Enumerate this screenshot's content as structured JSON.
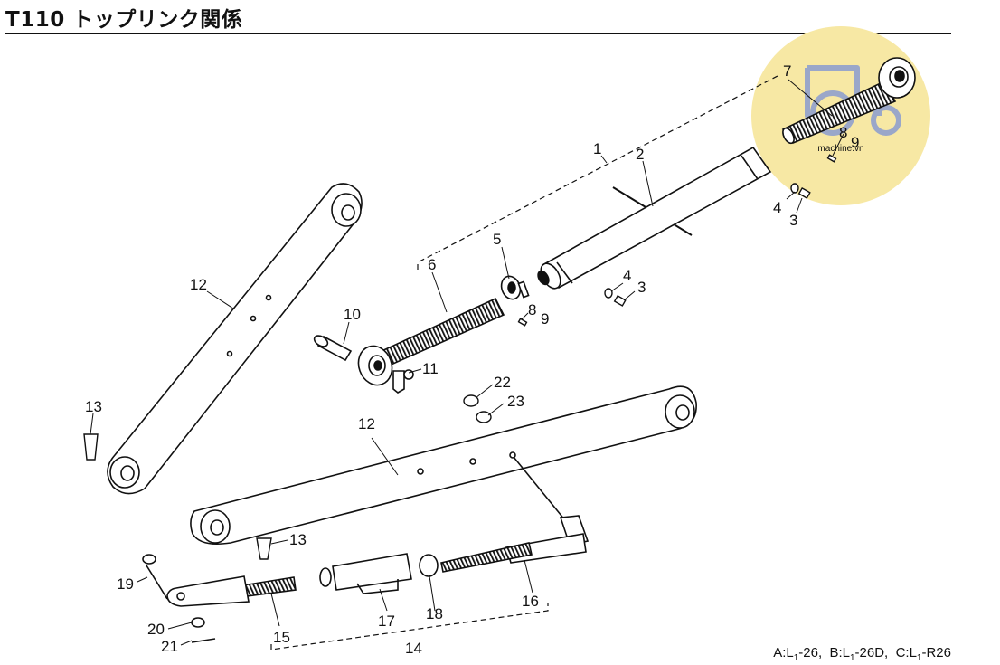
{
  "title": "T110 トップリンク関係",
  "watermark": {
    "text": "machine.vn",
    "circle_color": "#f7e8a4",
    "icon": "tractor-icon"
  },
  "footer_note": {
    "a_prefix": "A:L",
    "a_sub": "1",
    "a_suffix": "-26,",
    "b_prefix": "B:L",
    "b_sub": "1",
    "b_suffix": "-26D,",
    "c_prefix": "C:L",
    "c_sub": "1",
    "c_suffix": "-R26"
  },
  "callouts": {
    "n1": "1",
    "n2": "2",
    "n3a": "3",
    "n3b": "3",
    "n4a": "4",
    "n4b": "4",
    "n5": "5",
    "n6": "6",
    "n7": "7",
    "n8a": "8",
    "n8b": "8",
    "n9a": "9",
    "n9b": "9",
    "n10": "10",
    "n11": "11",
    "n12a": "12",
    "n12b": "12",
    "n13a": "13",
    "n13b": "13",
    "n14": "14",
    "n15": "15",
    "n16": "16",
    "n17": "17",
    "n18": "18",
    "n19": "19",
    "n20": "20",
    "n21": "21",
    "n22": "22",
    "n23": "23"
  }
}
